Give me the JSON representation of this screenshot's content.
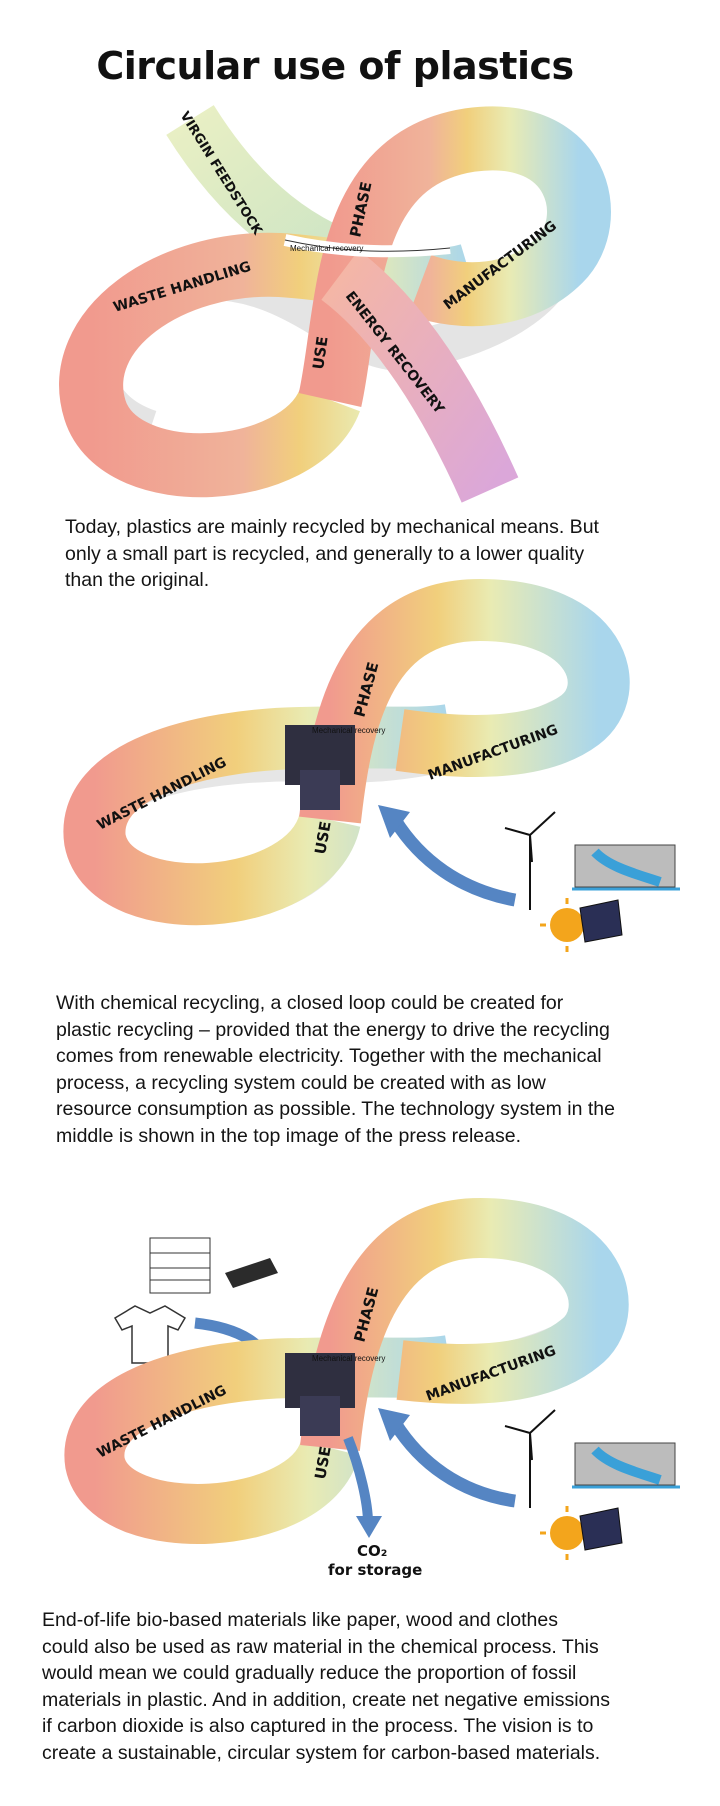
{
  "title": "Circular use of plastics",
  "diagram1": {
    "labels": {
      "virgin": "VIRGIN FEEDSTOCK",
      "phase": "PHASE",
      "mechanical": "Mechanical recovery",
      "manufacturing": "MANUFACTURING",
      "waste": "WASTE HANDLING",
      "energy": "ENERGY RECOVERY",
      "use": "USE"
    }
  },
  "paragraph1": "Today, plastics are mainly recycled by mechanical means. But\nonly a small part is recycled, and generally to a lower quality\nthan the original.",
  "diagram2": {
    "labels": {
      "phase": "PHASE",
      "mechanical": "Mechanical recovery",
      "manufacturing": "MANUFACTURING",
      "waste": "WASTE HANDLING",
      "use": "USE"
    },
    "icons": [
      "wind-turbine-icon",
      "hydropower-dam-icon",
      "sun-icon",
      "solar-panel-icon"
    ]
  },
  "paragraph2": "With chemical recycling, a closed loop could be created for\nplastic recycling – provided that the energy to drive the recycling\ncomes from renewable electricity. Together with the mechanical\nprocess, a recycling system could be created with as low\nresource consumption as possible. The technology system in the\nmiddle is shown in the top image of the press release.",
  "diagram3": {
    "labels": {
      "phase": "PHASE",
      "mechanical": "Mechanical recovery",
      "manufacturing": "MANUFACTURING",
      "waste": "WASTE HANDLING",
      "use": "USE",
      "co2": "CO₂",
      "storage": "for storage"
    },
    "icons": [
      "paper-stack-icon",
      "wood-log-icon",
      "t-shirt-icon",
      "wind-turbine-icon",
      "hydropower-dam-icon",
      "sun-icon",
      "solar-panel-icon"
    ]
  },
  "paragraph3": "End-of-life bio-based materials like paper, wood and clothes\ncould also be used as raw material in the chemical process. This\nwould mean we could gradually reduce the proportion of fossil\nmaterials in plastic. And in addition, create net negative emissions\nif carbon dioxide is also captured in the process. The vision is to\ncreate a sustainable, circular system for carbon-based materials.",
  "colors": {
    "waste": "#f19a8e",
    "use": "#f1cf7c",
    "phase": "#efe49a",
    "manufacturing": "#a9d6ec",
    "energy": "#dba7d9",
    "virgin": "#dfe8b4",
    "arrow": "#5585c3",
    "sun": "#f3a51c"
  }
}
